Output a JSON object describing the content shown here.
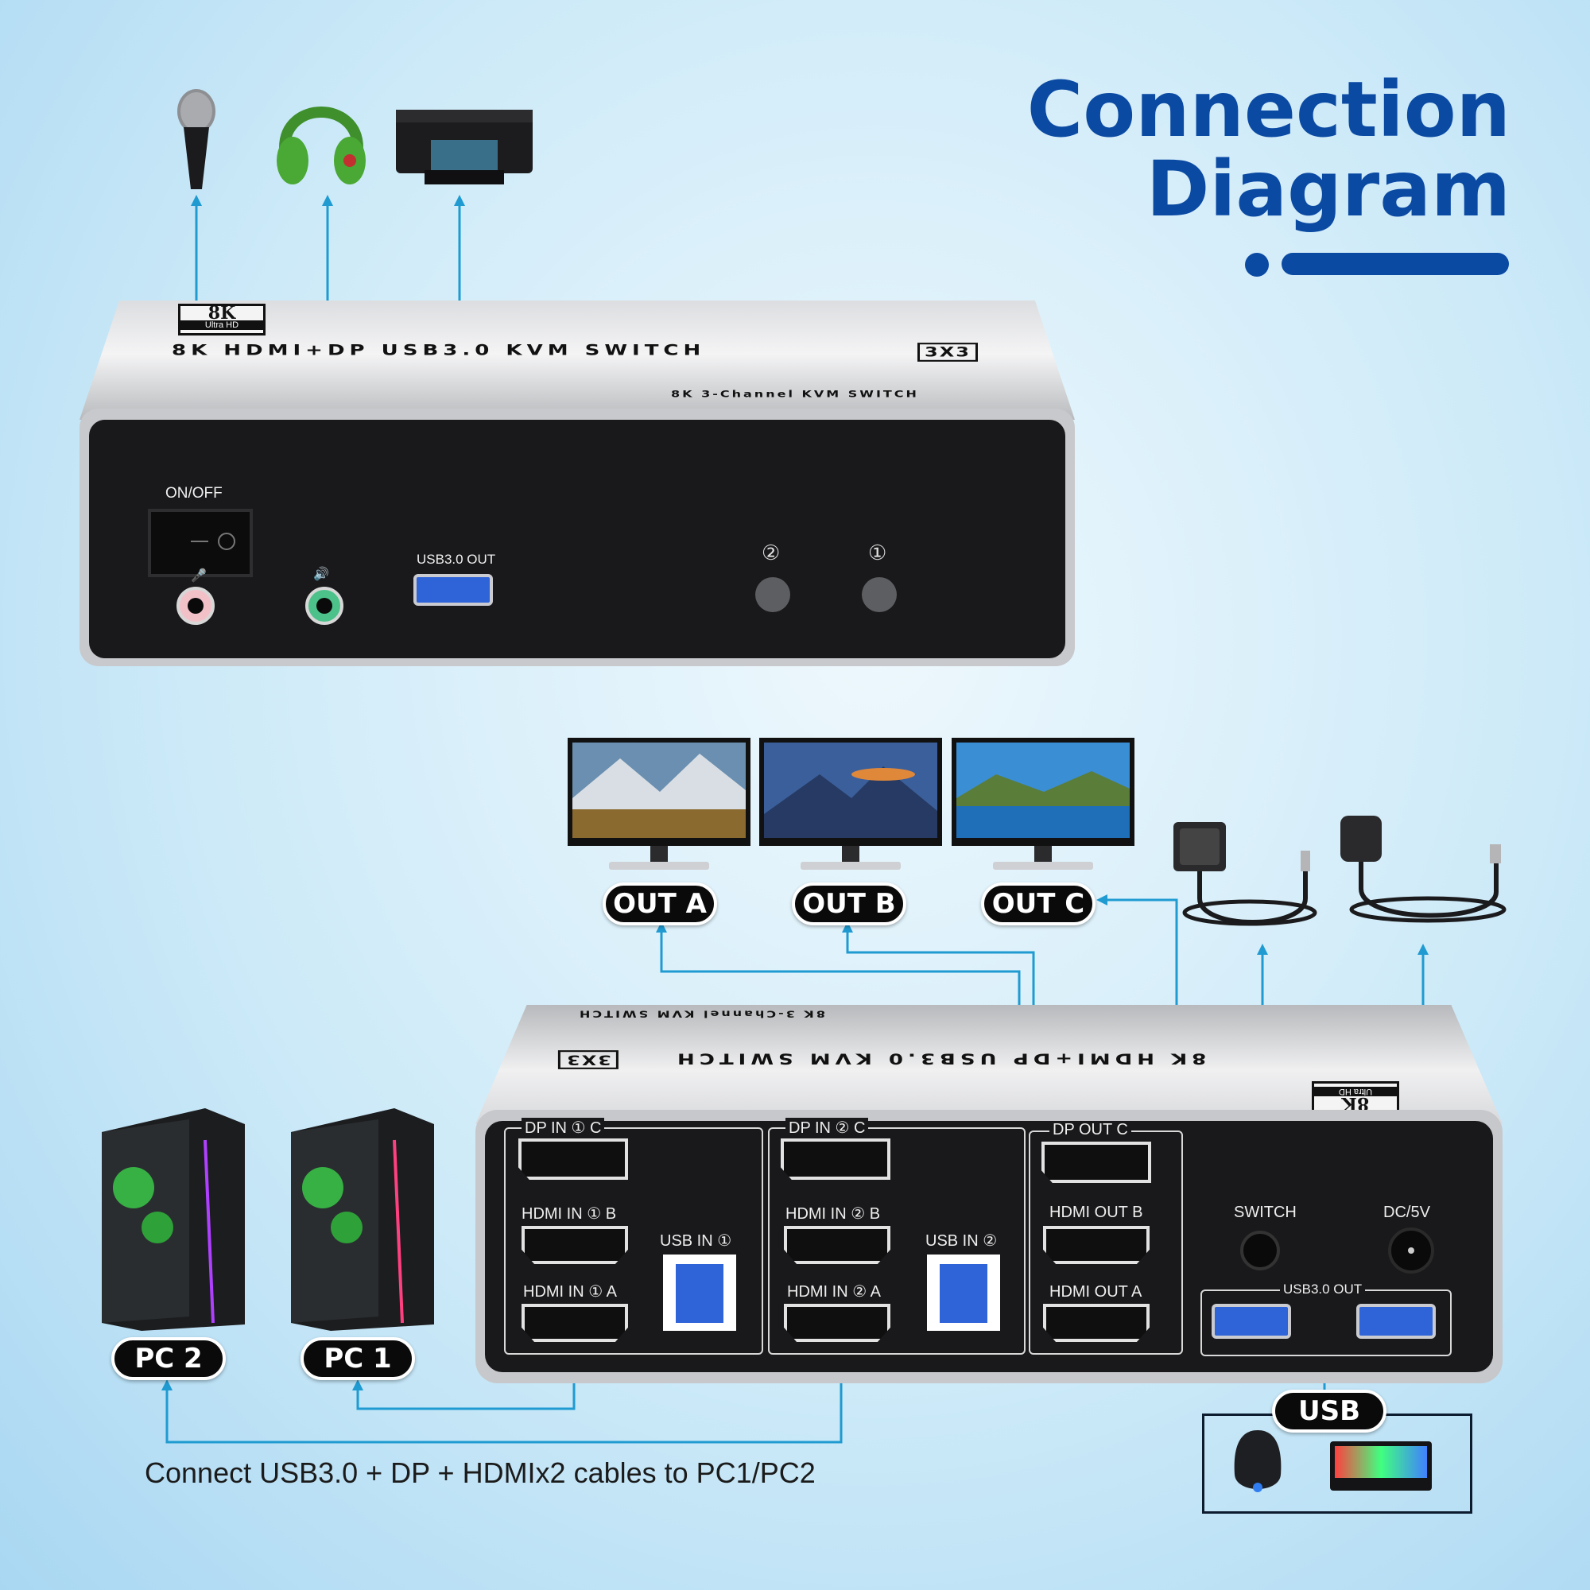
{
  "title": {
    "line1": "Connection",
    "line2": "Diagram"
  },
  "front_unit": {
    "brand_badge_top": "8K",
    "brand_badge_bottom": "Ultra HD",
    "product_name": "8K HDMI+DP USB3.0 KVM SWITCH",
    "model_badge": "3X3",
    "subtitle": "8K 3-Channel KVM SWITCH",
    "power_label": "ON/OFF",
    "usb_out_label": "USB3.0 OUT",
    "button_2_label": "②",
    "button_1_label": "①"
  },
  "rear_unit": {
    "brand_badge_top": "8K",
    "brand_badge_bottom": "Ultra HD",
    "product_name": "8K HDMI+DP USB3.0 KVM SWITCH",
    "model_badge": "3X3",
    "subtitle": "8K 3-Channel KVM SWITCH",
    "ports": {
      "dp_in_1": "DP IN ① C",
      "hdmi_in_1b": "HDMI IN ① B",
      "hdmi_in_1a": "HDMI IN ① A",
      "usb_in_1": "USB IN ①",
      "dp_in_2": "DP IN ② C",
      "hdmi_in_2b": "HDMI IN ② B",
      "hdmi_in_2a": "HDMI IN ② A",
      "usb_in_2": "USB IN ②",
      "dp_out": "DP OUT C",
      "hdmi_out_b": "HDMI OUT B",
      "hdmi_out_a": "HDMI OUT A",
      "switch": "SWITCH",
      "dc": "DC/5V",
      "usb_out": "USB3.0 OUT"
    }
  },
  "outputs": [
    "OUT A",
    "OUT B",
    "OUT C"
  ],
  "pcs": [
    "PC 2",
    "PC 1"
  ],
  "usb_pill": "USB",
  "caption": "Connect USB3.0 + DP + HDMIx2 cables to PC1/PC2",
  "colors": {
    "title": "#0b4aa3",
    "connector": "#1f9bd1",
    "usb_port": "#2f63d8"
  },
  "icons": [
    "microphone-icon",
    "headphones-icon",
    "printer-icon",
    "monitor-icon",
    "desktop-pc-icon",
    "switch-remote-icon",
    "power-adapter-icon",
    "mouse-icon",
    "keyboard-icon"
  ]
}
